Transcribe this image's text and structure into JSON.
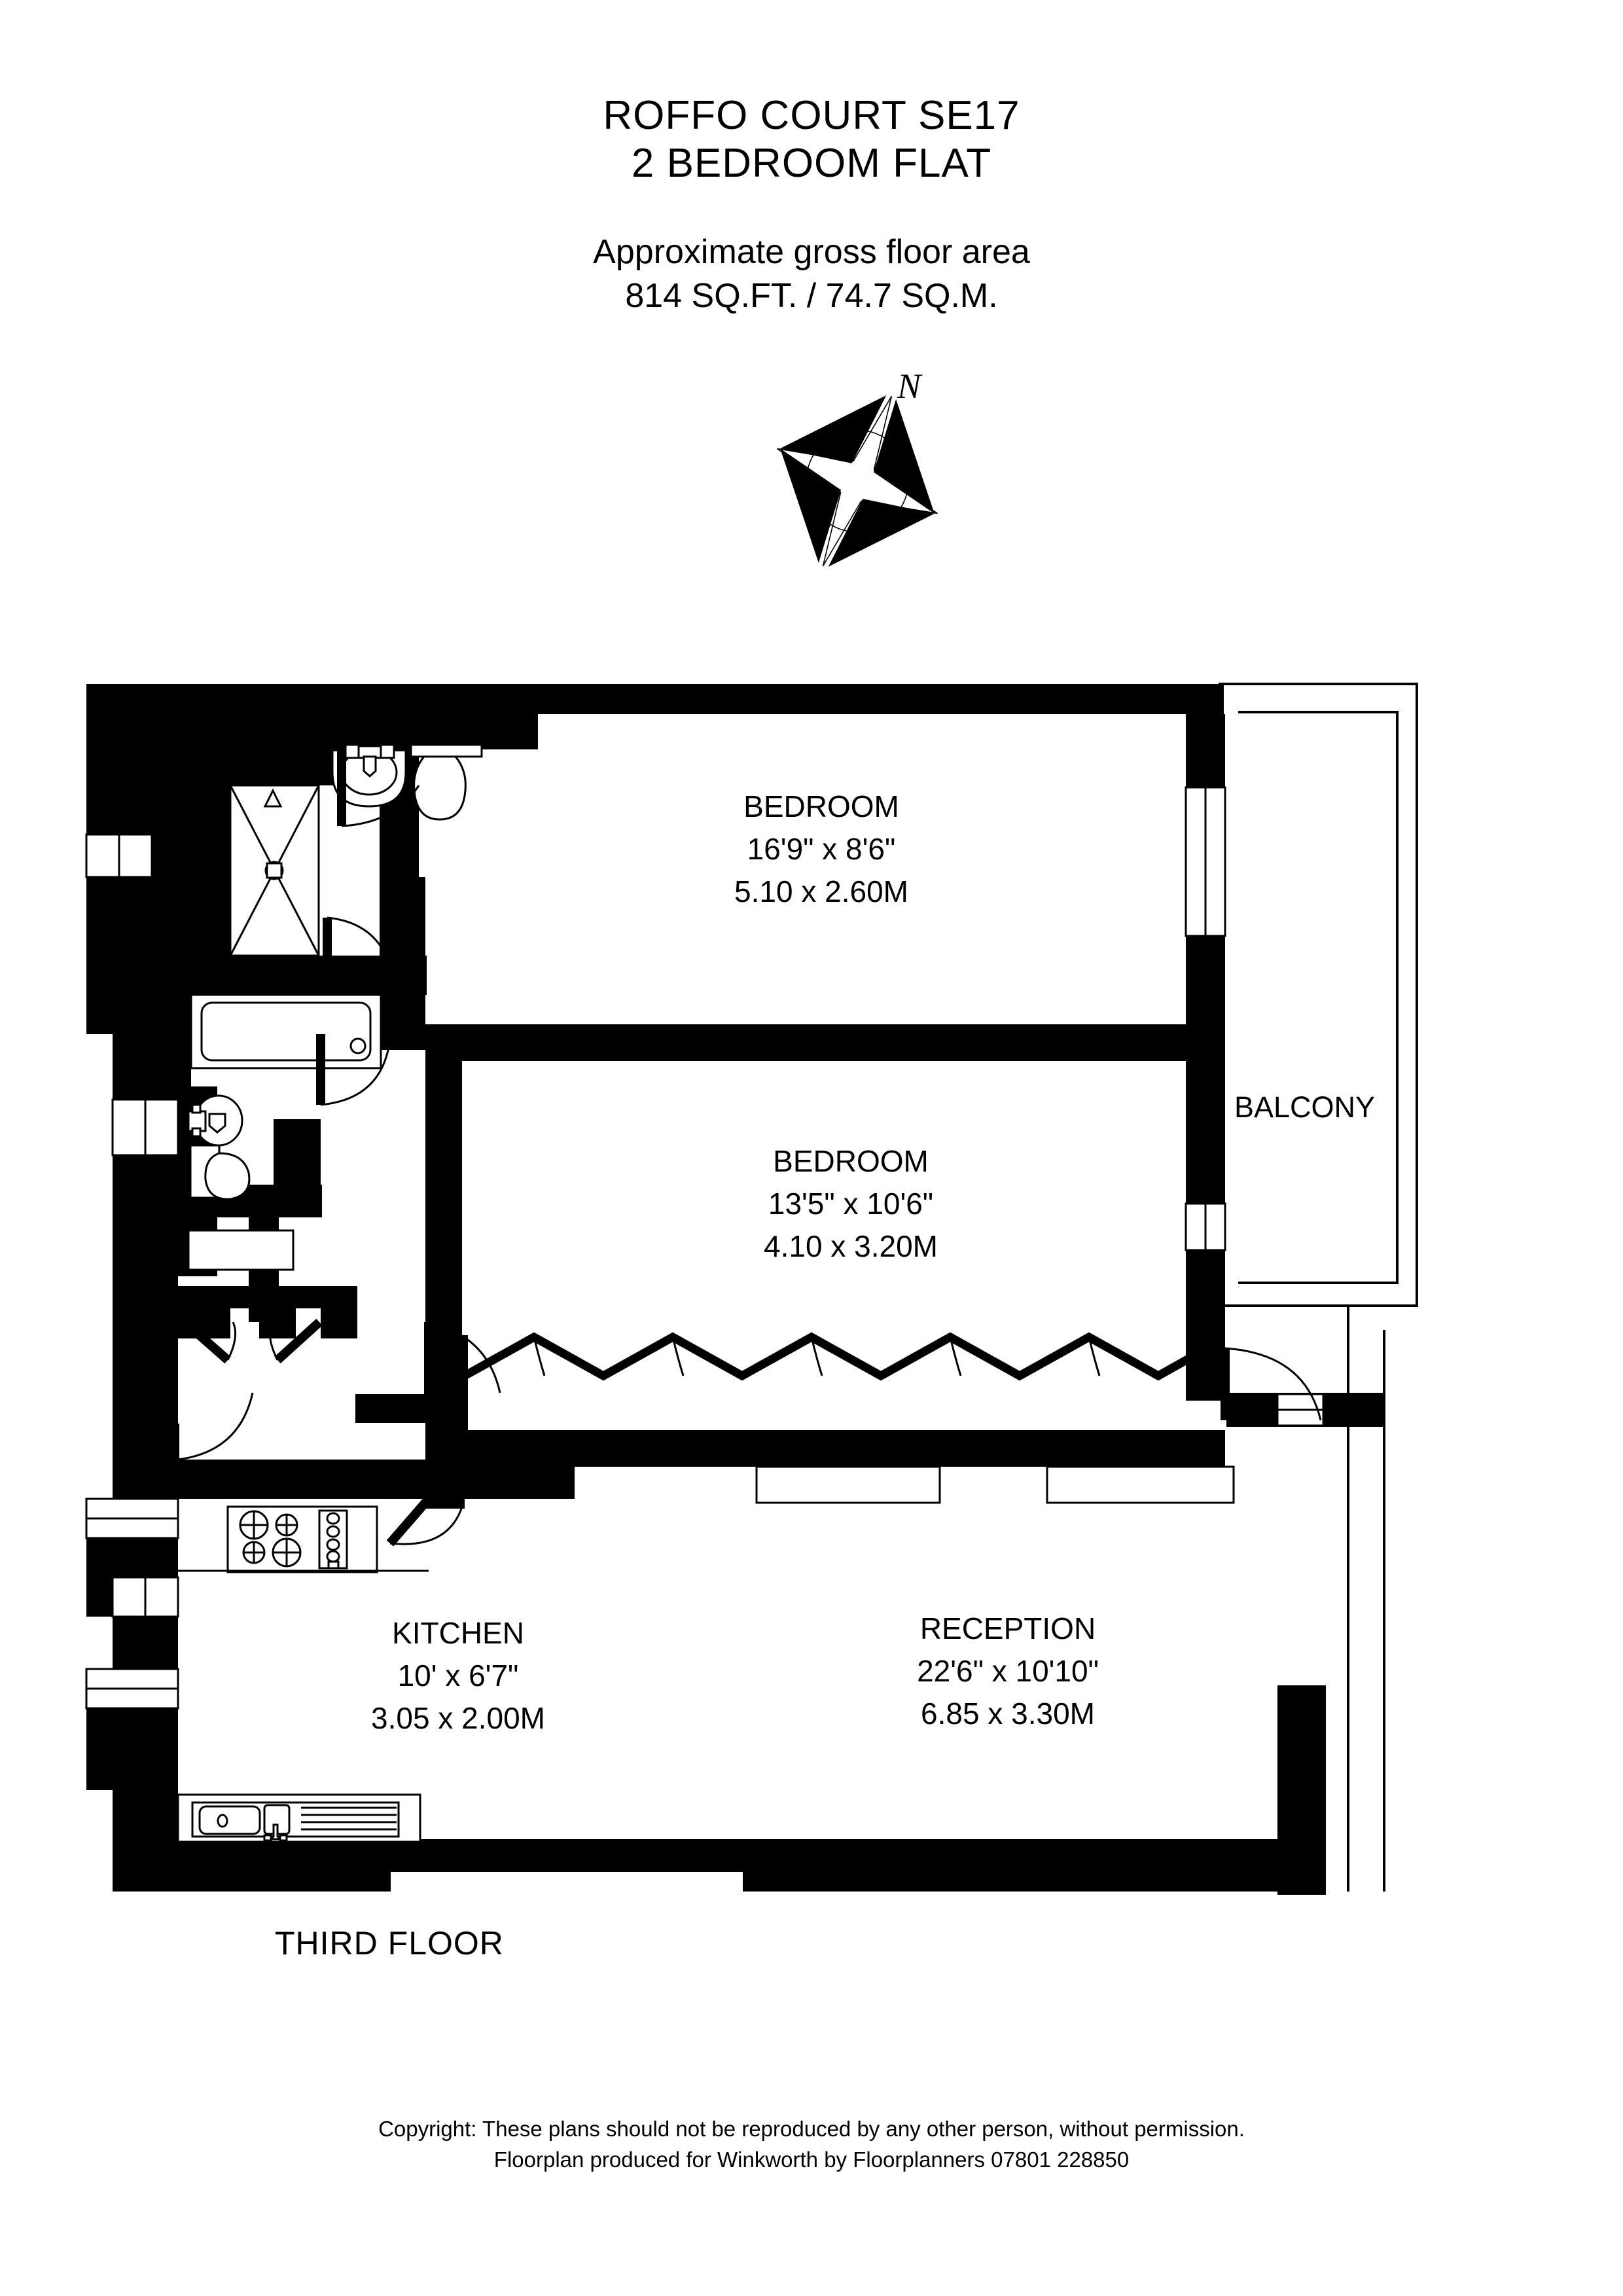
{
  "header": {
    "title_line1": "ROFFO COURT SE17",
    "title_line2": "2 BEDROOM FLAT",
    "area_line1": "Approximate gross floor area",
    "area_line2": "814 SQ.FT. / 74.7 SQ.M."
  },
  "compass": {
    "north_label": "N"
  },
  "rooms": [
    {
      "key": "bedroom_1",
      "name": "BEDROOM",
      "dim_imperial": "16'9\" x 8'6\"",
      "dim_metric": "5.10 x 2.60M"
    },
    {
      "key": "bedroom_2",
      "name": "BEDROOM",
      "dim_imperial": "13'5\" x 10'6\"",
      "dim_metric": "4.10 x 3.20M"
    },
    {
      "key": "kitchen",
      "name": "KITCHEN",
      "dim_imperial": "10' x 6'7\"",
      "dim_metric": "3.05 x 2.00M"
    },
    {
      "key": "reception",
      "name": "RECEPTION",
      "dim_imperial": "22'6\" x 10'10\"",
      "dim_metric": "6.85 x 3.30M"
    }
  ],
  "balcony": {
    "label": "BALCONY"
  },
  "floor_caption": "THIRD FLOOR",
  "footer": {
    "line1": "Copyright: These plans should not be reproduced by any other person, without permission.",
    "line2": "Floorplan produced for Winkworth by Floorplanners 07801 228850"
  },
  "colors": {
    "wall": "#000000",
    "background": "#ffffff",
    "fixture_line": "#000000"
  }
}
